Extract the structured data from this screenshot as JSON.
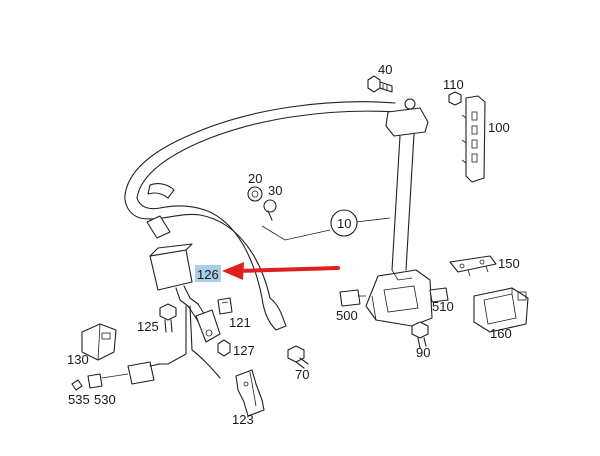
{
  "diagram": {
    "highlighted_part": "126",
    "highlight_color": "#a9cfe8",
    "arrow_color": "#e02020",
    "labels": {
      "p40": "40",
      "p110": "110",
      "p100": "100",
      "p20": "20",
      "p30": "30",
      "p10": "10",
      "p126": "126",
      "p150": "150",
      "p125": "125",
      "p121": "121",
      "p500": "500",
      "p510": "510",
      "p130": "130",
      "p127": "127",
      "p90": "90",
      "p160": "160",
      "p70": "70",
      "p535": "535",
      "p530": "530",
      "p123": "123"
    }
  }
}
